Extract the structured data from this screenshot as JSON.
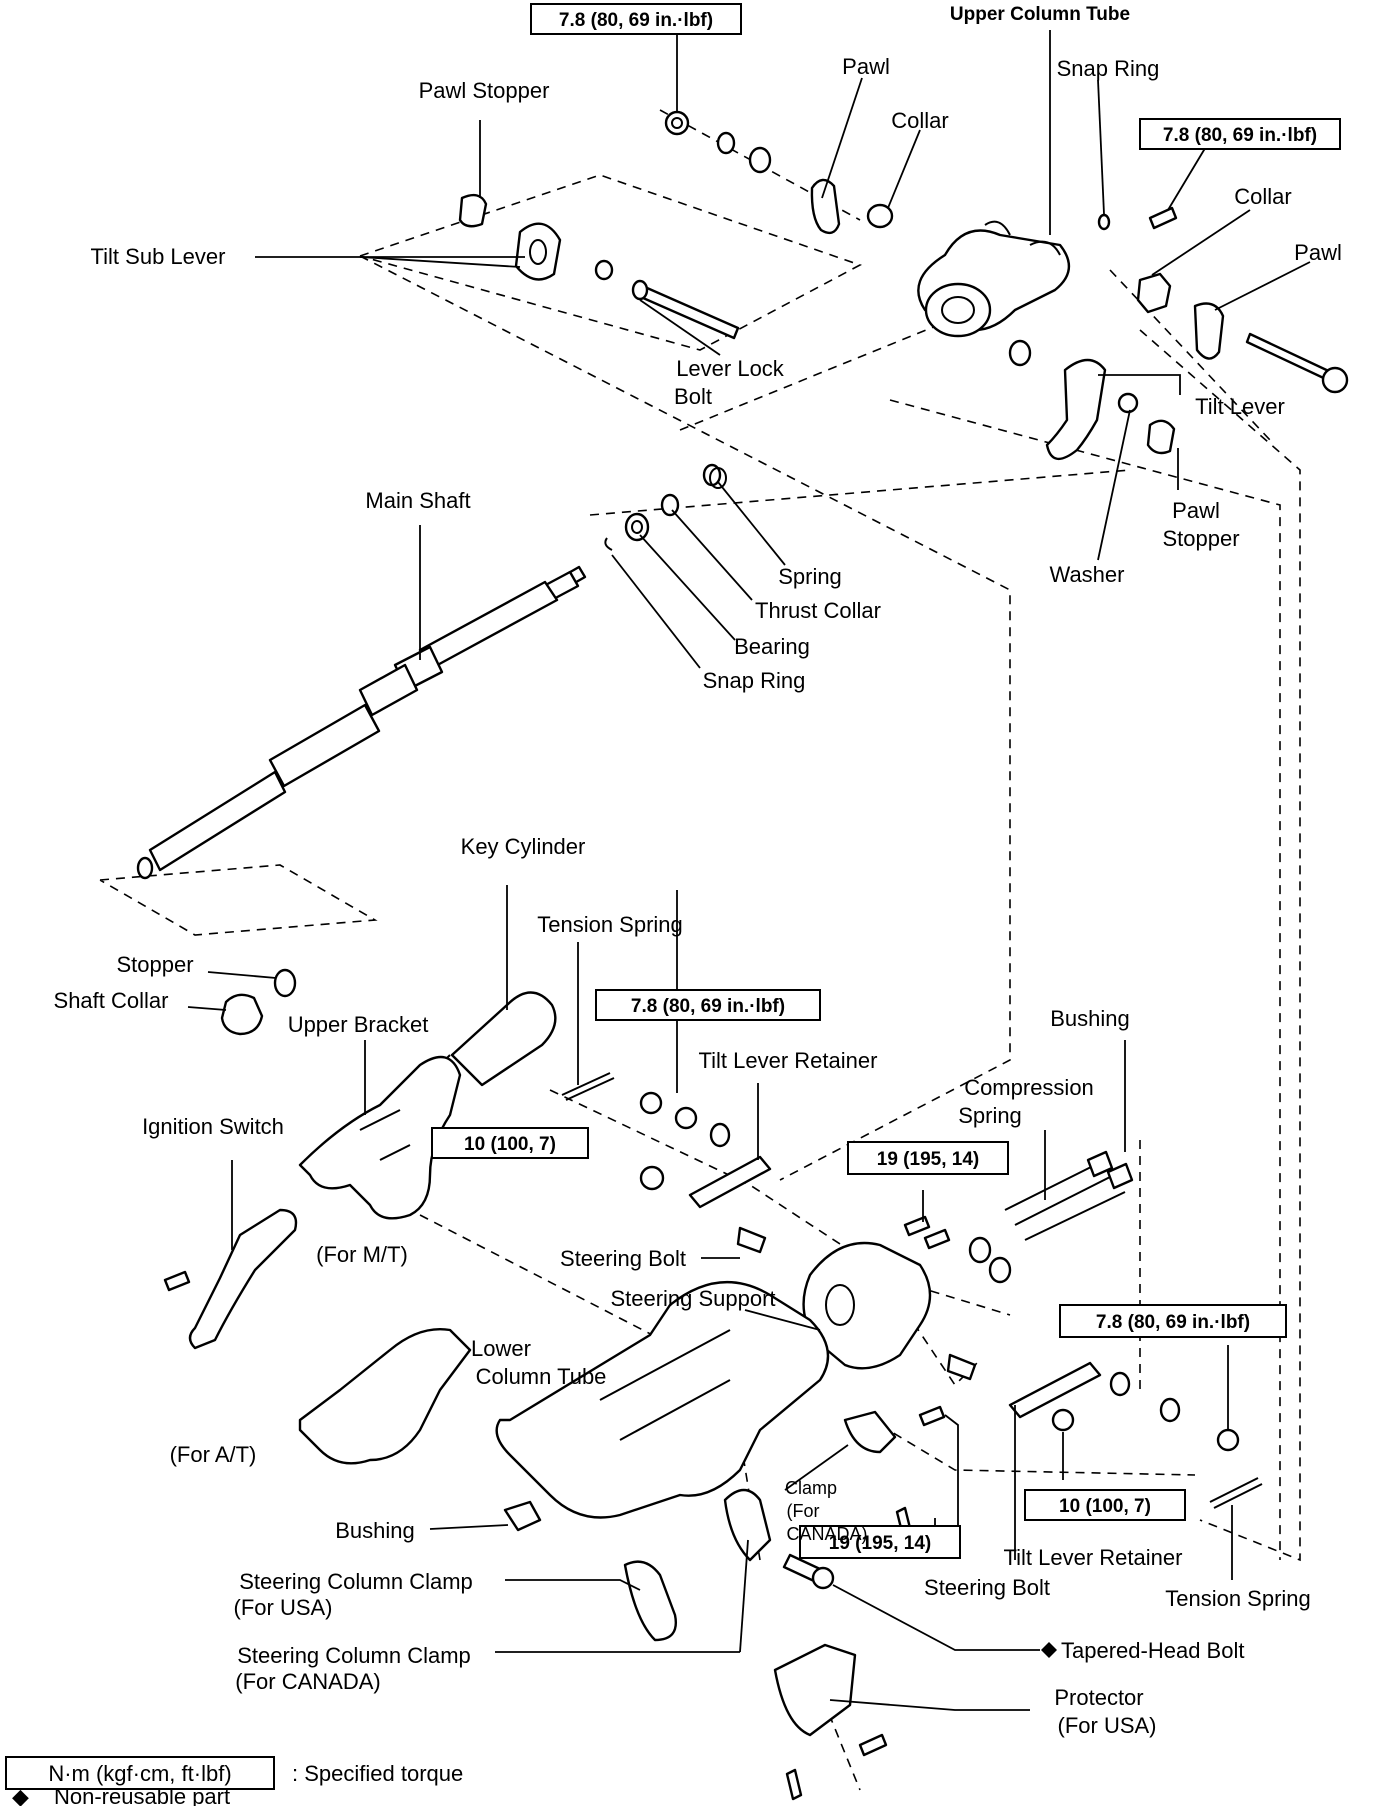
{
  "labels": {
    "upper_column_tube": "Upper Column Tube",
    "pawl_stopper_top": "Pawl Stopper",
    "pawl_top": "Pawl",
    "snap_ring_top": "Snap Ring",
    "collar_top": "Collar",
    "collar_right": "Collar",
    "pawl_right": "Pawl",
    "tilt_sub_lever": "Tilt Sub Lever",
    "lever_lock_bolt_1": "Lever Lock",
    "lever_lock_bolt_2": "Bolt",
    "tilt_lever": "Tilt Lever",
    "pawl_stopper_right_1": "Pawl",
    "pawl_stopper_right_2": "Stopper",
    "washer": "Washer",
    "main_shaft": "Main Shaft",
    "spring": "Spring",
    "thrust_collar": "Thrust Collar",
    "bearing": "Bearing",
    "snap_ring_mid": "Snap Ring",
    "key_cylinder": "Key Cylinder",
    "tension_spring_mid": "Tension Spring",
    "stopper": "Stopper",
    "shaft_collar": "Shaft Collar",
    "upper_bracket": "Upper Bracket",
    "tilt_lever_retainer_mid": "Tilt Lever Retainer",
    "bushing_right": "Bushing",
    "compression_spring_1": "Compression",
    "compression_spring_2": "Spring",
    "ignition_switch": "Ignition Switch",
    "for_mt": "(For M/T)",
    "steering_bolt_mid": "Steering Bolt",
    "steering_support": "Steering Support",
    "lower_column_tube_1": "Lower",
    "lower_column_tube_2": "Column Tube",
    "for_at": "(For A/T)",
    "clamp_canada_1": "Clamp",
    "clamp_canada_2": "(For",
    "clamp_canada_3": "CANADA)",
    "bushing_bottom": "Bushing",
    "steering_column_clamp_usa_1": "Steering Column Clamp",
    "steering_column_clamp_usa_2": "(For USA)",
    "steering_column_clamp_canada_1": "Steering Column Clamp",
    "steering_column_clamp_canada_2": "(For CANADA)",
    "steering_bolt_bottom": "Steering Bolt",
    "tilt_lever_retainer_bottom": "Tilt Lever Retainer",
    "tension_spring_bottom": "Tension Spring",
    "tapered_head_bolt": "Tapered-Head Bolt",
    "protector_1": "Protector",
    "protector_2": "(For USA)"
  },
  "torques": {
    "top": "7.8 (80, 69 in.·lbf)",
    "top_right": "7.8 (80, 69 in.·lbf)",
    "mid": "7.8 (80, 69 in.·lbf)",
    "mid_10": "10 (100, 7)",
    "mid_19": "19 (195, 14)",
    "right_78": "7.8 (80, 69 in.·lbf)",
    "bottom_10": "10 (100, 7)",
    "bottom_19": "19 (195, 14)"
  },
  "legend": {
    "torque_unit": "N·m (kgf·cm, ft·lbf)",
    "torque_desc": ": Specified torque",
    "nonreusable_symbol": "◆",
    "nonreusable_desc": "Non-reusable part"
  }
}
